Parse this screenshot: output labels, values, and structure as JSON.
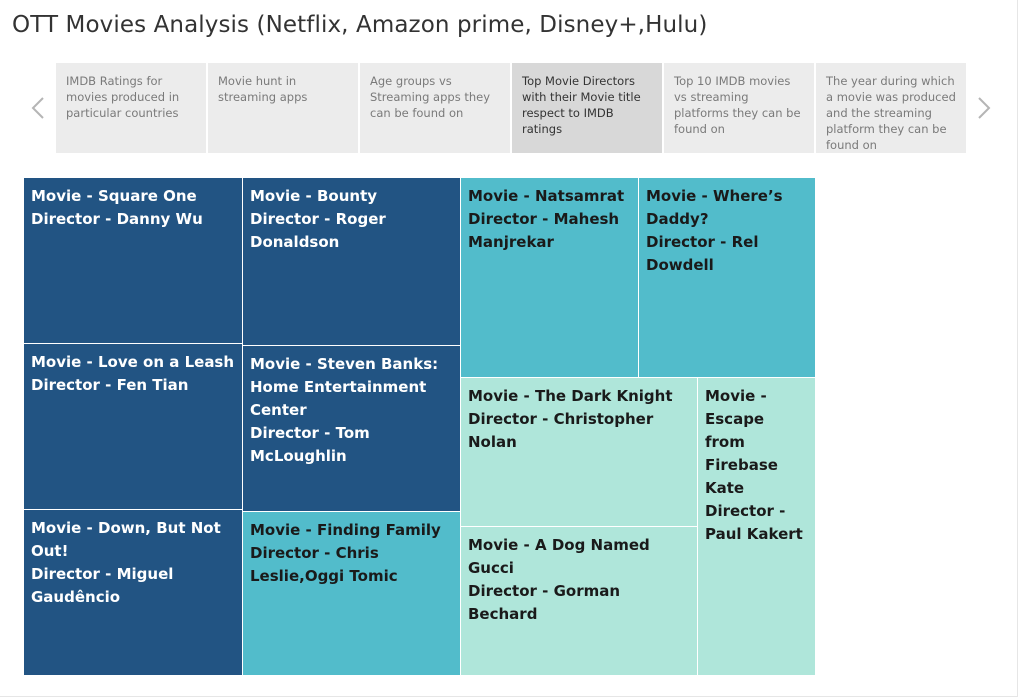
{
  "title": "OTT Movies Analysis (Netflix, Amazon prime, Disney+,Hulu)",
  "nav": {
    "prev_icon": "chevron-left-icon",
    "next_icon": "chevron-right-icon"
  },
  "tabs": [
    {
      "label": "IMDB Ratings for movies produced in particular countries",
      "active": false
    },
    {
      "label": "Movie hunt in streaming apps",
      "active": false
    },
    {
      "label": "Age groups vs Streaming apps they can be found on",
      "active": false
    },
    {
      "label": "Top Movie Directors with their Movie title respect to IMDB ratings",
      "active": true
    },
    {
      "label": "Top 10 IMDB movies vs streaming platforms they can be found on",
      "active": false
    },
    {
      "label": "The year during which a movie was produced and the streaming platform they can be found on",
      "active": false
    }
  ],
  "colors": {
    "dark": "#225483",
    "mid": "#52bccb",
    "light": "#afe6da"
  },
  "treemap": [
    {
      "movie": "Movie - Square One",
      "director": "Director - Danny Wu",
      "shade": "dark"
    },
    {
      "movie": "Movie - Love on a Leash",
      "director": "Director - Fen Tian",
      "shade": "dark"
    },
    {
      "movie": "Movie - Down, But Not Out!",
      "director": "Director - Miguel Gaudêncio",
      "shade": "dark"
    },
    {
      "movie": "Movie - Bounty",
      "director": "Director - Roger Donaldson",
      "shade": "dark"
    },
    {
      "movie": "Movie - Steven Banks: Home Entertainment Center",
      "director": "Director - Tom McLoughlin",
      "shade": "dark"
    },
    {
      "movie": "Movie - Finding Family",
      "director": "Director - Chris Leslie,Oggi Tomic",
      "shade": "mid"
    },
    {
      "movie": "Movie - Natsamrat",
      "director": "Director - Mahesh Manjrekar",
      "shade": "mid"
    },
    {
      "movie": "Movie - Where’s Daddy?",
      "director": "Director - Rel Dowdell",
      "shade": "mid"
    },
    {
      "movie": "Movie - The Dark Knight",
      "director": "Director - Christopher Nolan",
      "shade": "light"
    },
    {
      "movie": "Movie - A Dog Named Gucci",
      "director": "Director - Gorman Bechard",
      "shade": "light"
    },
    {
      "movie": "Movie - Escape from Firebase Kate",
      "director": "Director - Paul Kakert",
      "shade": "light"
    }
  ]
}
